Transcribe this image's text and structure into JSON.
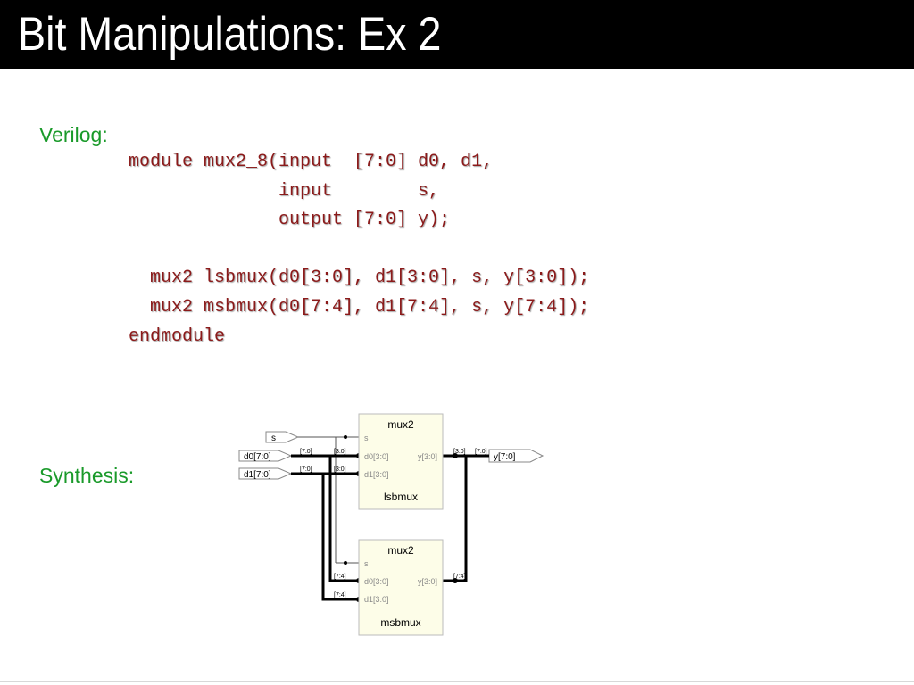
{
  "slide": {
    "title": "Bit Manipulations: Ex 2",
    "verilog_label": "Verilog:",
    "synthesis_label": "Synthesis:"
  },
  "code": {
    "lines": [
      "module mux2_8(input  [7:0] d0, d1,",
      "              input        s,",
      "              output [7:0] y);",
      "",
      "  mux2 lsbmux(d0[3:0], d1[3:0], s, y[3:0]);",
      "  mux2 msbmux(d0[7:4], d1[7:4], s, y[7:4]);",
      "endmodule"
    ]
  },
  "schematic": {
    "inputs": {
      "s": "s",
      "d0": "d0[7:0]",
      "d1": "d1[7:0]"
    },
    "output": "y[7:0]",
    "blocks": [
      {
        "type": "mux2",
        "name": "lsbmux",
        "port_s": "s",
        "port_d0": "d0[3:0]",
        "port_d1": "d1[3:0]",
        "port_y": "y[3:0]"
      },
      {
        "type": "mux2",
        "name": "msbmux",
        "port_s": "s",
        "port_d0": "d0[3:0]",
        "port_d1": "d1[3:0]",
        "port_y": "y[3:0]"
      }
    ],
    "wire_labels": {
      "bus_d0": "[7:0]",
      "bus_d1": "[7:0]",
      "lsb_d0": "[3:0]",
      "lsb_d1": "[3:0]",
      "lsb_y": "[3:0]",
      "out_bus": "[7:0]",
      "msb_d0": "[7:4]",
      "msb_d1": "[7:4]",
      "msb_y": "[7:4]"
    }
  },
  "colors": {
    "title_background": "#000000",
    "title_text": "#ffffff",
    "label_green": "#1a9a2a",
    "code_red": "#8b1a1a",
    "block_fill": "#fdfde8"
  }
}
